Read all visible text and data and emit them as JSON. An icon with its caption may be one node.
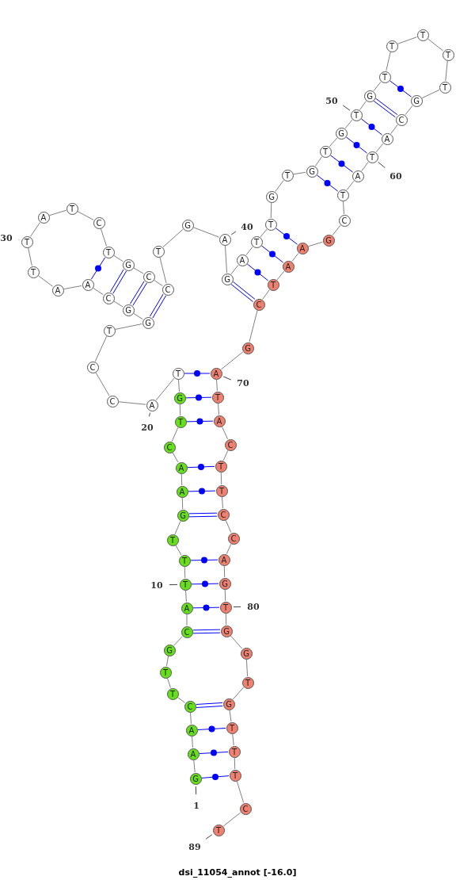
{
  "diagram": {
    "caption": "dsi_11054_annot [-16.0]",
    "nodes": [
      {
        "text": [
          "G"
        ],
        "beside": [
          "1"
        ]
      },
      {
        "text": [
          "A"
        ]
      },
      {
        "text": [
          "A"
        ]
      },
      {
        "text": [
          "C"
        ]
      },
      {
        "text": [
          "T"
        ]
      },
      {
        "text": [
          "T"
        ]
      },
      {
        "text": [
          "G"
        ]
      },
      {
        "text": [
          "C"
        ]
      },
      {
        "text": [
          "A"
        ]
      },
      {
        "text": [
          "T"
        ],
        "beside": [
          "10"
        ]
      },
      {
        "text": [
          "T"
        ]
      },
      {
        "text": [
          "T"
        ]
      },
      {
        "text": [
          "G"
        ]
      },
      {
        "text": [
          "A"
        ]
      },
      {
        "text": [
          "A"
        ]
      },
      {
        "text": [
          "C"
        ]
      },
      {
        "text": [
          "T"
        ]
      },
      {
        "text": [
          "G"
        ]
      },
      {
        "text": [
          "T"
        ]
      },
      {
        "text": [
          "A"
        ],
        "beside": [
          "20"
        ]
      },
      {
        "text": [
          "C"
        ]
      },
      {
        "text": [
          "C"
        ]
      },
      {
        "text": [
          "T"
        ]
      },
      {
        "text": [
          "G"
        ]
      },
      {
        "text": [
          "G"
        ]
      },
      {
        "text": [
          "C"
        ]
      },
      {
        "text": [
          "A"
        ]
      },
      {
        "text": [
          "A"
        ]
      },
      {
        "text": [
          "T"
        ]
      },
      {
        "text": [
          "T"
        ],
        "beside": [
          "30"
        ]
      },
      {
        "text": [
          "A"
        ]
      },
      {
        "text": [
          "T"
        ]
      },
      {
        "text": [
          "C"
        ]
      },
      {
        "text": [
          "T"
        ]
      },
      {
        "text": [
          "G"
        ]
      },
      {
        "text": [
          "C"
        ]
      },
      {
        "text": [
          "C"
        ]
      },
      {
        "text": [
          "T"
        ]
      },
      {
        "text": [
          "G"
        ]
      },
      {
        "text": [
          "A"
        ],
        "beside": [
          "40"
        ]
      },
      {
        "text": [
          "G"
        ]
      },
      {
        "text": [
          "A"
        ]
      },
      {
        "text": [
          "T"
        ]
      },
      {
        "text": [
          "T"
        ]
      },
      {
        "text": [
          "G"
        ]
      },
      {
        "text": [
          "T"
        ]
      },
      {
        "text": [
          "G"
        ]
      },
      {
        "text": [
          "T"
        ]
      },
      {
        "text": [
          "G"
        ]
      },
      {
        "text": [
          "T"
        ],
        "beside": [
          "50"
        ]
      },
      {
        "text": [
          "G"
        ]
      },
      {
        "text": [
          "T"
        ]
      },
      {
        "text": [
          "T"
        ]
      },
      {
        "text": [
          "T"
        ]
      },
      {
        "text": [
          "T"
        ]
      },
      {
        "text": [
          "T"
        ]
      },
      {
        "text": [
          "G"
        ]
      },
      {
        "text": [
          "C"
        ]
      },
      {
        "text": [
          "A"
        ]
      },
      {
        "text": [
          "T"
        ],
        "beside": [
          "60"
        ]
      },
      {
        "text": [
          "A"
        ]
      },
      {
        "text": [
          "T"
        ]
      },
      {
        "text": [
          "C"
        ]
      },
      {
        "text": [
          "G"
        ]
      },
      {
        "text": [
          "A"
        ]
      },
      {
        "text": [
          "A"
        ]
      },
      {
        "text": [
          "T"
        ]
      },
      {
        "text": [
          "C"
        ]
      },
      {
        "text": [
          "G"
        ]
      },
      {
        "text": [
          "A"
        ],
        "beside": [
          "70"
        ]
      },
      {
        "text": [
          "T"
        ]
      },
      {
        "text": [
          "A"
        ]
      },
      {
        "text": [
          "C"
        ]
      },
      {
        "text": [
          "T"
        ]
      },
      {
        "text": [
          "T"
        ]
      },
      {
        "text": [
          "C"
        ]
      },
      {
        "text": [
          "C"
        ]
      },
      {
        "text": [
          "A"
        ]
      },
      {
        "text": [
          "G"
        ]
      },
      {
        "text": [
          "T"
        ],
        "beside": [
          "80"
        ]
      },
      {
        "text": [
          "G"
        ]
      },
      {
        "text": [
          "G"
        ]
      },
      {
        "text": [
          "T"
        ]
      },
      {
        "text": [
          "G"
        ]
      },
      {
        "text": [
          "T"
        ]
      },
      {
        "text": [
          "T"
        ]
      },
      {
        "text": [
          "T"
        ]
      },
      {
        "text": [
          "C"
        ]
      },
      {
        "text": [
          "T"
        ],
        "beside": [
          "89"
        ]
      }
    ],
    "edges": [
      {
        "from": 0,
        "to": 1,
        "arrow": "none"
      },
      {
        "from": 1,
        "to": 2,
        "arrow": "none"
      },
      {
        "from": 2,
        "to": 3,
        "arrow": "none"
      },
      {
        "from": 3,
        "to": 4,
        "arrow": "none"
      },
      {
        "from": 4,
        "to": 5,
        "arrow": "none"
      },
      {
        "from": 5,
        "to": 6,
        "arrow": "none"
      },
      {
        "from": 6,
        "to": 7,
        "arrow": "none"
      },
      {
        "from": 7,
        "to": 8,
        "arrow": "none"
      },
      {
        "from": 8,
        "to": 9,
        "arrow": "none"
      },
      {
        "from": 9,
        "to": 10,
        "arrow": "none"
      },
      {
        "from": 10,
        "to": 11,
        "arrow": "none"
      },
      {
        "from": 11,
        "to": 12,
        "arrow": "none"
      },
      {
        "from": 12,
        "to": 13,
        "arrow": "none"
      },
      {
        "from": 13,
        "to": 14,
        "arrow": "none"
      },
      {
        "from": 14,
        "to": 15,
        "arrow": "none"
      },
      {
        "from": 15,
        "to": 16,
        "arrow": "none"
      },
      {
        "from": 16,
        "to": 17,
        "arrow": "none"
      },
      {
        "from": 17,
        "to": 18,
        "arrow": "none"
      },
      {
        "from": 18,
        "to": 19,
        "arrow": "none"
      },
      {
        "from": 19,
        "to": 20,
        "arrow": "none"
      },
      {
        "from": 20,
        "to": 21,
        "arrow": "none"
      },
      {
        "from": 21,
        "to": 22,
        "arrow": "none"
      },
      {
        "from": 22,
        "to": 23,
        "arrow": "none"
      },
      {
        "from": 23,
        "to": 24,
        "arrow": "none"
      },
      {
        "from": 24,
        "to": 25,
        "arrow": "none"
      },
      {
        "from": 25,
        "to": 26,
        "arrow": "none"
      },
      {
        "from": 26,
        "to": 27,
        "arrow": "none"
      },
      {
        "from": 27,
        "to": 28,
        "arrow": "none"
      },
      {
        "from": 28,
        "to": 29,
        "arrow": "none"
      },
      {
        "from": 29,
        "to": 30,
        "arrow": "none"
      },
      {
        "from": 30,
        "to": 31,
        "arrow": "none"
      },
      {
        "from": 31,
        "to": 32,
        "arrow": "none"
      },
      {
        "from": 32,
        "to": 33,
        "arrow": "none"
      },
      {
        "from": 33,
        "to": 34,
        "arrow": "none"
      },
      {
        "from": 34,
        "to": 35,
        "arrow": "none"
      },
      {
        "from": 35,
        "to": 36,
        "arrow": "none"
      },
      {
        "from": 36,
        "to": 37,
        "arrow": "none"
      },
      {
        "from": 37,
        "to": 38,
        "arrow": "none"
      },
      {
        "from": 38,
        "to": 39,
        "arrow": "none"
      },
      {
        "from": 39,
        "to": 40,
        "arrow": "none"
      },
      {
        "from": 40,
        "to": 41,
        "arrow": "none"
      },
      {
        "from": 41,
        "to": 42,
        "arrow": "none"
      },
      {
        "from": 42,
        "to": 43,
        "arrow": "none"
      },
      {
        "from": 43,
        "to": 44,
        "arrow": "none"
      },
      {
        "from": 44,
        "to": 45,
        "arrow": "none"
      },
      {
        "from": 45,
        "to": 46,
        "arrow": "none"
      },
      {
        "from": 46,
        "to": 47,
        "arrow": "none"
      },
      {
        "from": 47,
        "to": 48,
        "arrow": "none"
      },
      {
        "from": 48,
        "to": 49,
        "arrow": "none"
      },
      {
        "from": 49,
        "to": 50,
        "arrow": "none"
      },
      {
        "from": 50,
        "to": 51,
        "arrow": "none"
      },
      {
        "from": 51,
        "to": 52,
        "arrow": "none"
      },
      {
        "from": 52,
        "to": 53,
        "arrow": "none"
      },
      {
        "from": 53,
        "to": 54,
        "arrow": "none"
      },
      {
        "from": 54,
        "to": 55,
        "arrow": "none"
      },
      {
        "from": 55,
        "to": 56,
        "arrow": "none"
      },
      {
        "from": 56,
        "to": 57,
        "arrow": "none"
      },
      {
        "from": 57,
        "to": 58,
        "arrow": "none"
      },
      {
        "from": 58,
        "to": 59,
        "arrow": "none"
      },
      {
        "from": 59,
        "to": 60,
        "arrow": "none"
      },
      {
        "from": 60,
        "to": 61,
        "arrow": "none"
      },
      {
        "from": 61,
        "to": 62,
        "arrow": "none"
      },
      {
        "from": 62,
        "to": 63,
        "arrow": "none"
      },
      {
        "from": 63,
        "to": 64,
        "arrow": "none"
      },
      {
        "from": 64,
        "to": 65,
        "arrow": "none"
      },
      {
        "from": 65,
        "to": 66,
        "arrow": "none"
      },
      {
        "from": 66,
        "to": 67,
        "arrow": "none"
      },
      {
        "from": 67,
        "to": 68,
        "arrow": "none"
      },
      {
        "from": 68,
        "to": 69,
        "arrow": "none"
      },
      {
        "from": 69,
        "to": 70,
        "arrow": "none"
      },
      {
        "from": 70,
        "to": 71,
        "arrow": "none"
      },
      {
        "from": 71,
        "to": 72,
        "arrow": "none"
      },
      {
        "from": 72,
        "to": 73,
        "arrow": "none"
      },
      {
        "from": 73,
        "to": 74,
        "arrow": "none"
      },
      {
        "from": 74,
        "to": 75,
        "arrow": "none"
      },
      {
        "from": 75,
        "to": 76,
        "arrow": "none"
      },
      {
        "from": 76,
        "to": 77,
        "arrow": "none"
      },
      {
        "from": 77,
        "to": 78,
        "arrow": "none"
      },
      {
        "from": 78,
        "to": 79,
        "arrow": "none"
      },
      {
        "from": 79,
        "to": 80,
        "arrow": "none"
      },
      {
        "from": 80,
        "to": 81,
        "arrow": "none"
      },
      {
        "from": 81,
        "to": 82,
        "arrow": "none"
      },
      {
        "from": 82,
        "to": 83,
        "arrow": "none"
      },
      {
        "from": 83,
        "to": 84,
        "arrow": "none"
      },
      {
        "from": 84,
        "to": 85,
        "arrow": "none"
      },
      {
        "from": 85,
        "to": 86,
        "arrow": "none"
      },
      {
        "from": 86,
        "to": 87,
        "arrow": "none"
      },
      {
        "from": 87,
        "to": 88,
        "arrow": "none"
      },
      {
        "from": 0,
        "to": 86,
        "arrow": "none",
        "color": "#0000ff"
      },
      {
        "from": 1,
        "to": 85,
        "arrow": "none",
        "color": "#0000ff"
      },
      {
        "from": 2,
        "to": 84,
        "arrow": "none",
        "color": "#0000ff"
      },
      {
        "from": 3,
        "to": 83,
        "arrow": "none",
        "color": "#0000ff"
      },
      {
        "from": 7,
        "to": 80,
        "arrow": "none",
        "color": "#0000ff"
      },
      {
        "from": 8,
        "to": 79,
        "arrow": "none",
        "color": "#0000ff"
      },
      {
        "from": 9,
        "to": 78,
        "arrow": "none",
        "color": "#0000ff"
      },
      {
        "from": 10,
        "to": 77,
        "arrow": "none",
        "color": "#0000ff"
      },
      {
        "from": 12,
        "to": 75,
        "arrow": "none",
        "color": "#0000ff"
      },
      {
        "from": 13,
        "to": 74,
        "arrow": "none",
        "color": "#0000ff"
      },
      {
        "from": 14,
        "to": 73,
        "arrow": "none",
        "color": "#0000ff"
      },
      {
        "from": 16,
        "to": 71,
        "arrow": "none",
        "color": "#0000ff"
      },
      {
        "from": 17,
        "to": 70,
        "arrow": "none",
        "color": "#0000ff"
      },
      {
        "from": 18,
        "to": 69,
        "arrow": "none",
        "color": "#0000ff"
      },
      {
        "from": 23,
        "to": 36,
        "arrow": "none",
        "color": "#0000ff"
      },
      {
        "from": 24,
        "to": 35,
        "arrow": "none",
        "color": "#0000ff"
      },
      {
        "from": 25,
        "to": 34,
        "arrow": "none",
        "color": "#0000ff"
      },
      {
        "from": 26,
        "to": 33,
        "arrow": "none",
        "color": "#0000ff"
      },
      {
        "from": 40,
        "to": 67,
        "arrow": "none",
        "color": "#0000ff"
      },
      {
        "from": 41,
        "to": 66,
        "arrow": "none",
        "color": "#0000ff"
      },
      {
        "from": 42,
        "to": 65,
        "arrow": "none",
        "color": "#0000ff"
      },
      {
        "from": 43,
        "to": 64,
        "arrow": "none",
        "color": "#0000ff"
      },
      {
        "from": 46,
        "to": 61,
        "arrow": "none",
        "color": "#0000ff"
      },
      {
        "from": 47,
        "to": 60,
        "arrow": "none",
        "color": "#0000ff"
      },
      {
        "from": 48,
        "to": 59,
        "arrow": "none",
        "color": "#0000ff"
      },
      {
        "from": 49,
        "to": 58,
        "arrow": "none",
        "color": "#0000ff"
      },
      {
        "from": 50,
        "to": 57,
        "arrow": "none",
        "color": "#0000ff"
      },
      {
        "from": 51,
        "to": 56,
        "arrow": "none",
        "color": "#0000ff"
      }
    ]
  }
}
